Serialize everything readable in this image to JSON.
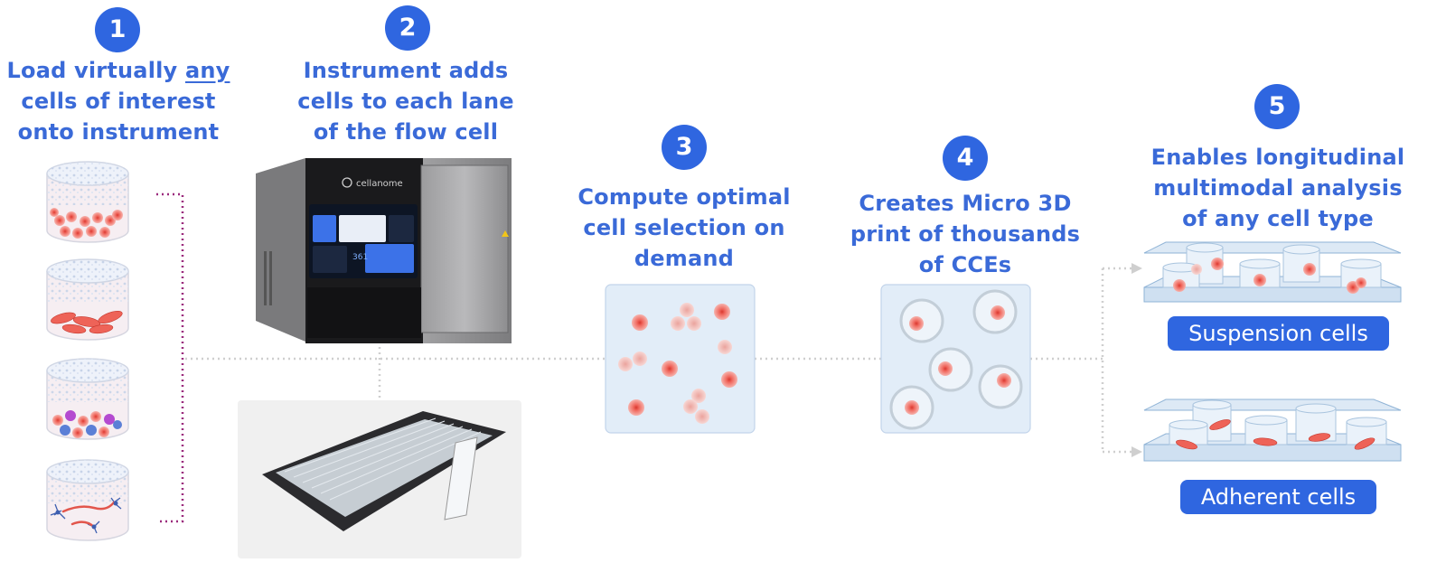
{
  "steps": [
    {
      "number": "1",
      "title_lines": [
        "Load virtually ",
        "any",
        "cells of interest",
        "onto instrument"
      ]
    },
    {
      "number": "2",
      "title_lines": [
        "Instrument adds",
        "cells to each lane",
        "of the flow cell"
      ]
    },
    {
      "number": "3",
      "title_lines": [
        "Compute optimal",
        "cell selection on",
        "demand"
      ]
    },
    {
      "number": "4",
      "title_lines": [
        "Creates Micro 3D",
        "print of thousands",
        "of CCEs"
      ]
    },
    {
      "number": "5",
      "title_lines": [
        "Enables longitudinal",
        "multimodal analysis",
        "of any cell type"
      ]
    }
  ],
  "instrument": {
    "brand": "cellanome",
    "screen_number": "361"
  },
  "outputs": {
    "suspension_label": "Suspension cells",
    "adherent_label": "Adherent cells"
  },
  "colors": {
    "accent": "#2f66e0",
    "title": "#3a6ad8",
    "connector": "#9b2b7d",
    "cell": "#e8534a"
  }
}
